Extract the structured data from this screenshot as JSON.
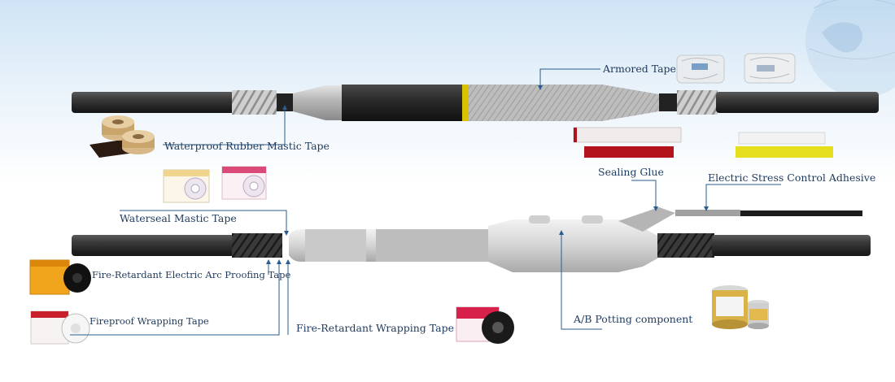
{
  "labels": {
    "armored_tape": "Armored Tape",
    "waterproof_rubber_mastic_tape": "Waterproof Rubber Mastic Tape",
    "sealing_glue": "Sealing Glue",
    "electric_stress_control_adhesive": "Electric Stress Control Adhesive",
    "waterseal_mastic_tape": "Waterseal Mastic Tape",
    "fire_retardant_arc_proofing_tape": "Fire-Retardant Electric Arc Proofing Tape",
    "fireproof_wrapping_tape": "Fireproof Wrapping Tape",
    "fire_retardant_wrapping_tape": "Fire-Retardant Wrapping Tape",
    "ab_potting_component": "A/B Potting component"
  },
  "colors": {
    "cable": "#2b2b2b",
    "leader_line": "#2a5d8f",
    "label_text": "#1f3a5c",
    "sealing_strip": "#b3131c",
    "stress_strip": "#e6df1d",
    "arc_tape_box": "#f1a51c",
    "fire_retardant_box": "#d8214a"
  }
}
